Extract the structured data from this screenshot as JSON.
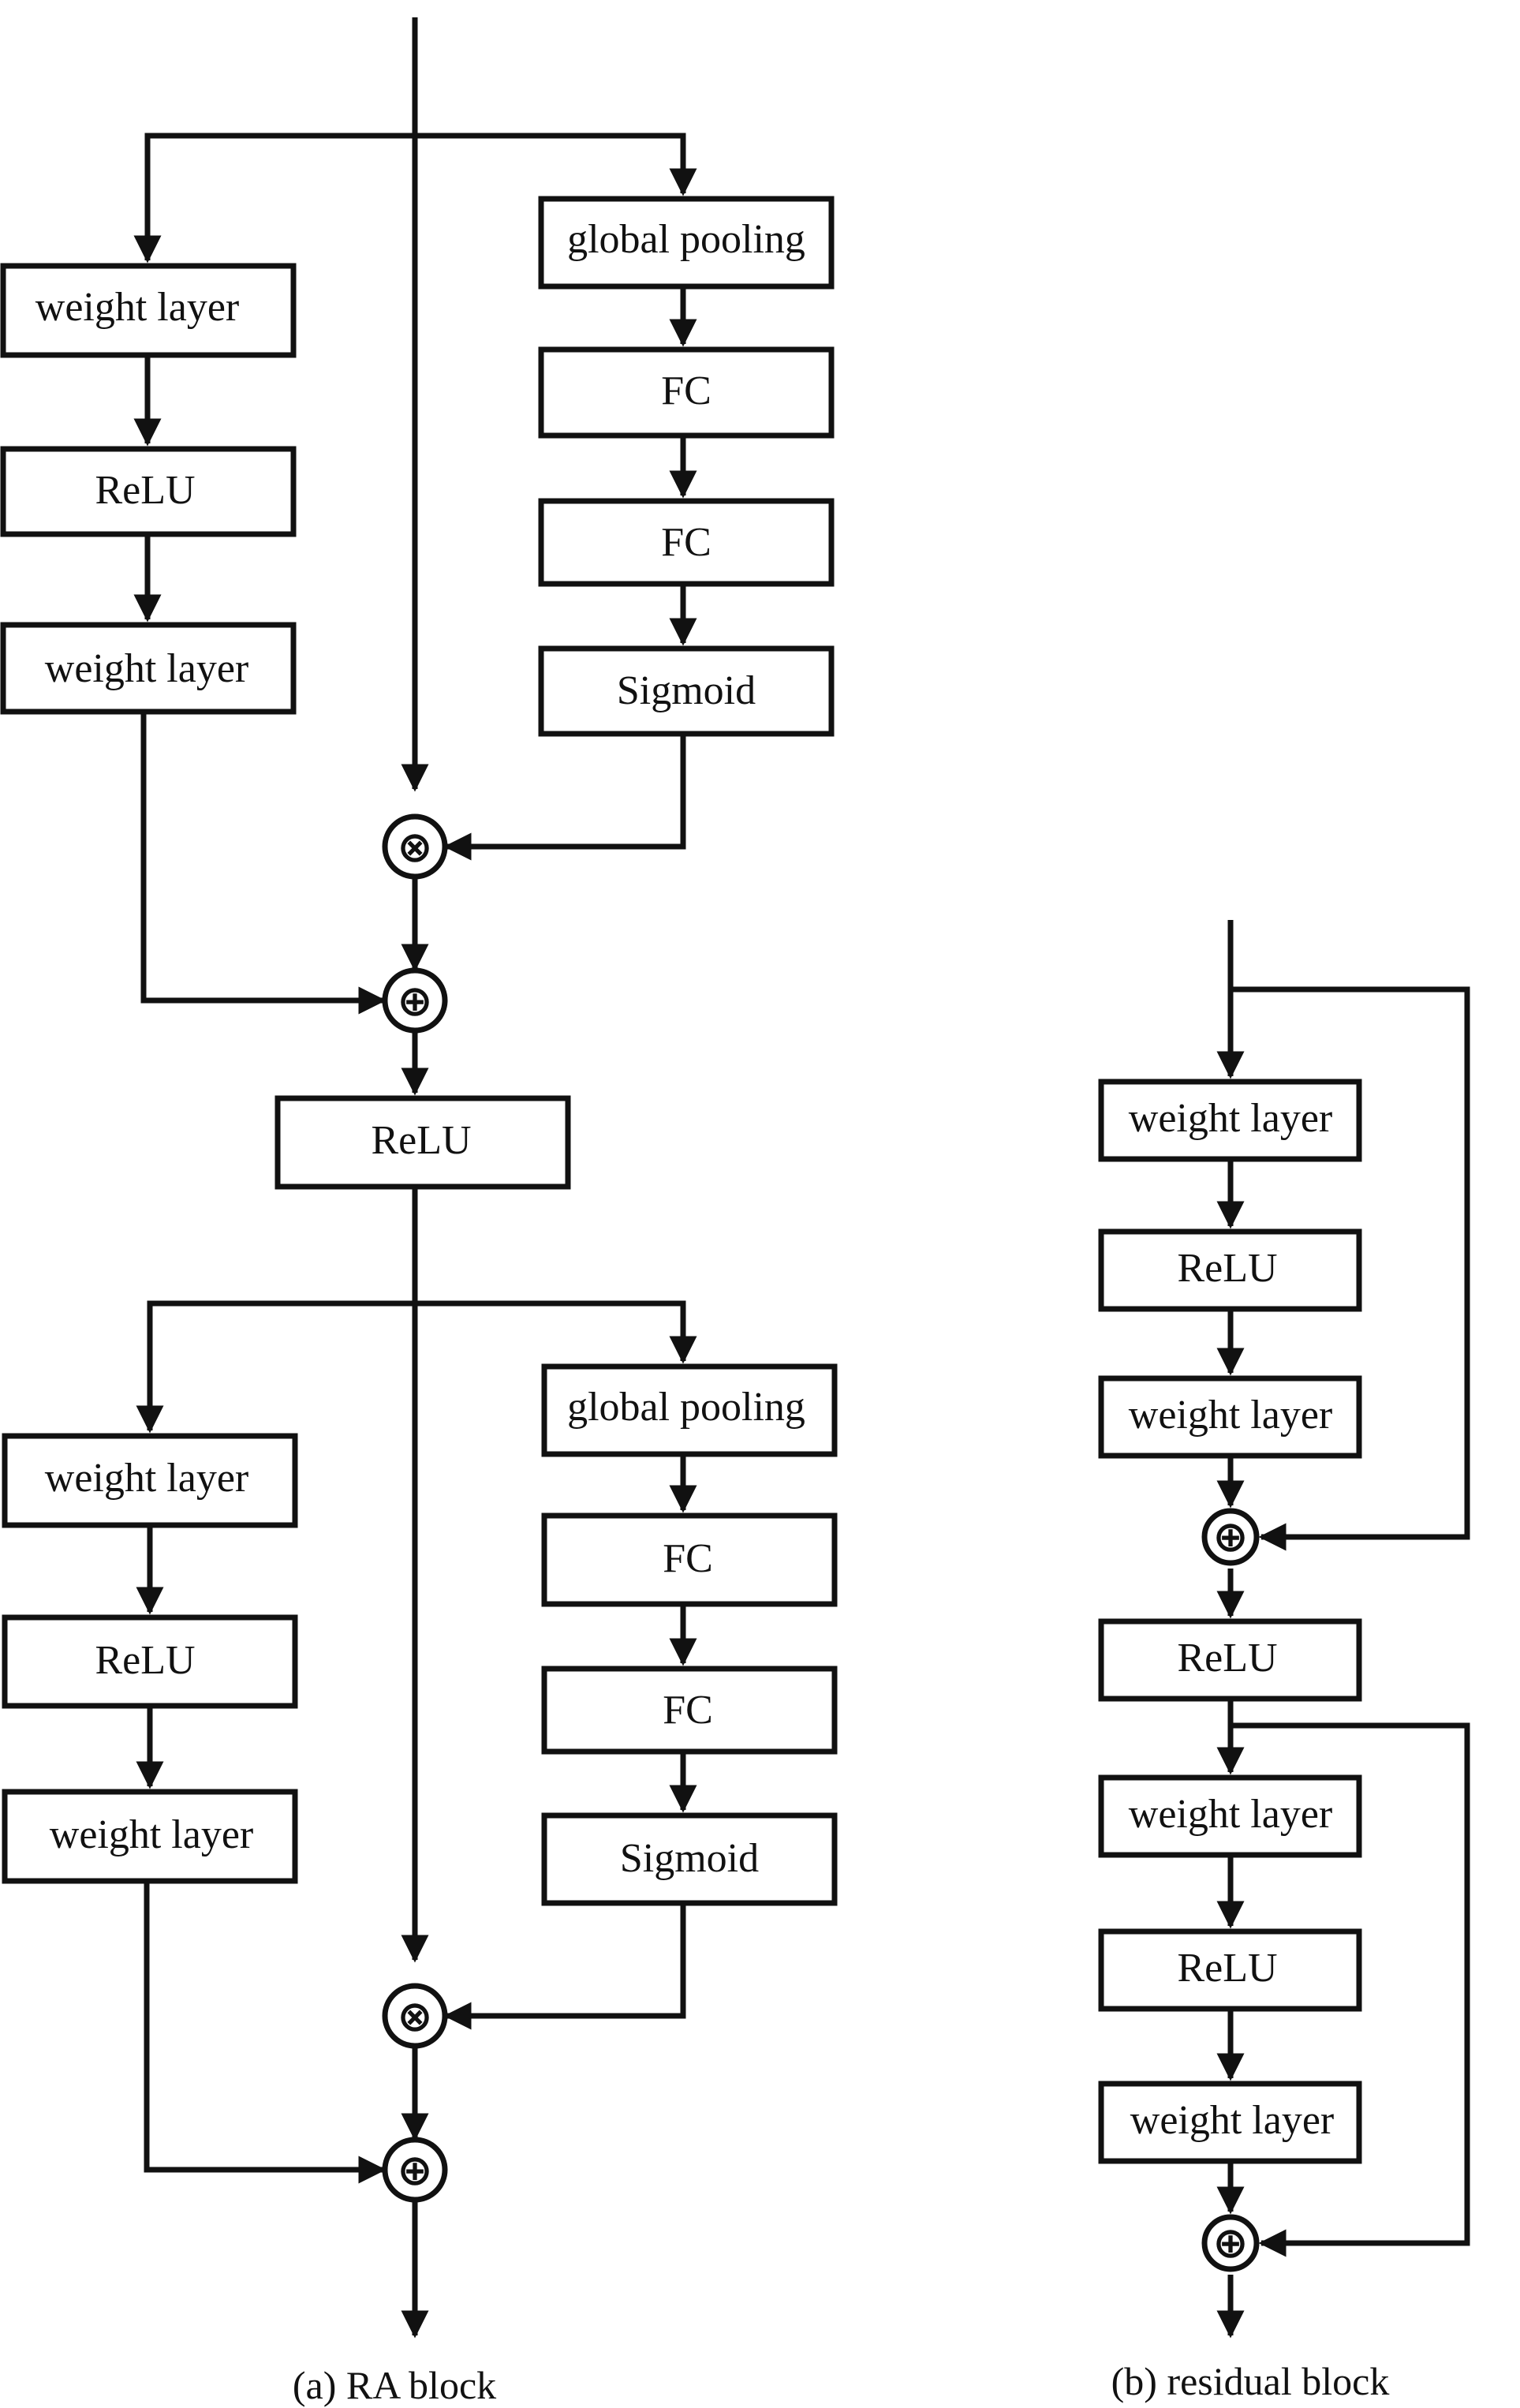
{
  "panel_a": {
    "caption": "(a) RA block",
    "blocks": [
      {
        "main_path": [
          "weight layer",
          "ReLU",
          "weight layer"
        ],
        "attention_path": [
          "global pooling",
          "FC",
          "FC",
          "Sigmoid"
        ],
        "multiply_op": "⊗",
        "add_op": "⊕"
      },
      {
        "main_path": [
          "weight layer",
          "ReLU",
          "weight layer"
        ],
        "attention_path": [
          "global pooling",
          "FC",
          "FC",
          "Sigmoid"
        ],
        "multiply_op": "⊗",
        "add_op": "⊕"
      }
    ],
    "middle_relu": "ReLU"
  },
  "panel_b": {
    "caption": "(b) residual block",
    "blocks": [
      {
        "layers": [
          "weight layer",
          "ReLU",
          "weight layer"
        ],
        "add_op": "⊕"
      },
      {
        "layers": [
          "weight layer",
          "ReLU",
          "weight layer"
        ],
        "add_op": "⊕"
      }
    ],
    "middle_relu": "ReLU"
  }
}
